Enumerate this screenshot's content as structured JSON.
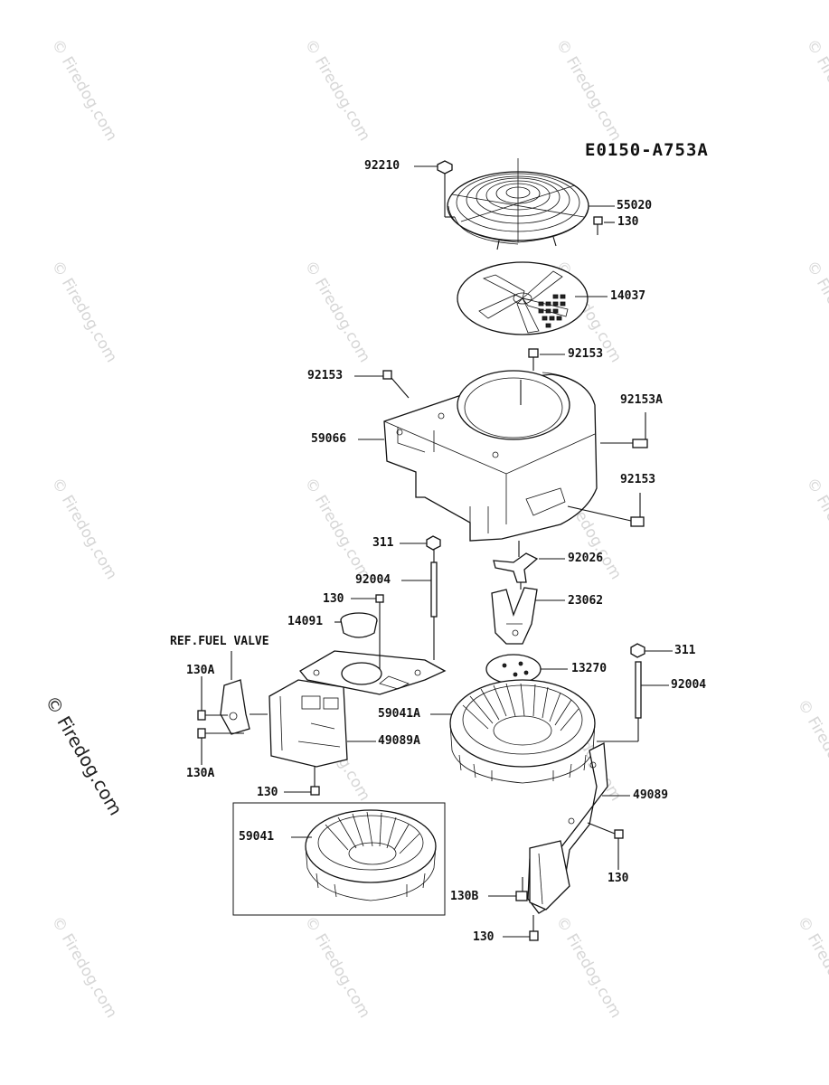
{
  "diagram_id": "E0150-A753A",
  "watermark_text": "© Firedog.com",
  "side_watermark_text": "© Firedog.com",
  "labels": {
    "l92210": "92210",
    "l55020": "55020",
    "l130a": "130",
    "l14037": "14037",
    "l92153a": "92153",
    "l92153b": "92153",
    "l92153A": "92153A",
    "l59066": "59066",
    "l92153c": "92153",
    "l311a": "311",
    "l92026": "92026",
    "l92004a": "92004",
    "l130b": "130",
    "l23062": "23062",
    "l14091": "14091",
    "lref": "REF.FUEL VALVE",
    "l13270": "13270",
    "l311b": "311",
    "l130Aa": "130A",
    "l92004b": "92004",
    "l59041A": "59041A",
    "l49089A": "49089A",
    "l130Ab": "130A",
    "l130c": "130",
    "l49089": "49089",
    "l59041": "59041",
    "l130d": "130",
    "l130B": "130B",
    "l130e": "130"
  }
}
